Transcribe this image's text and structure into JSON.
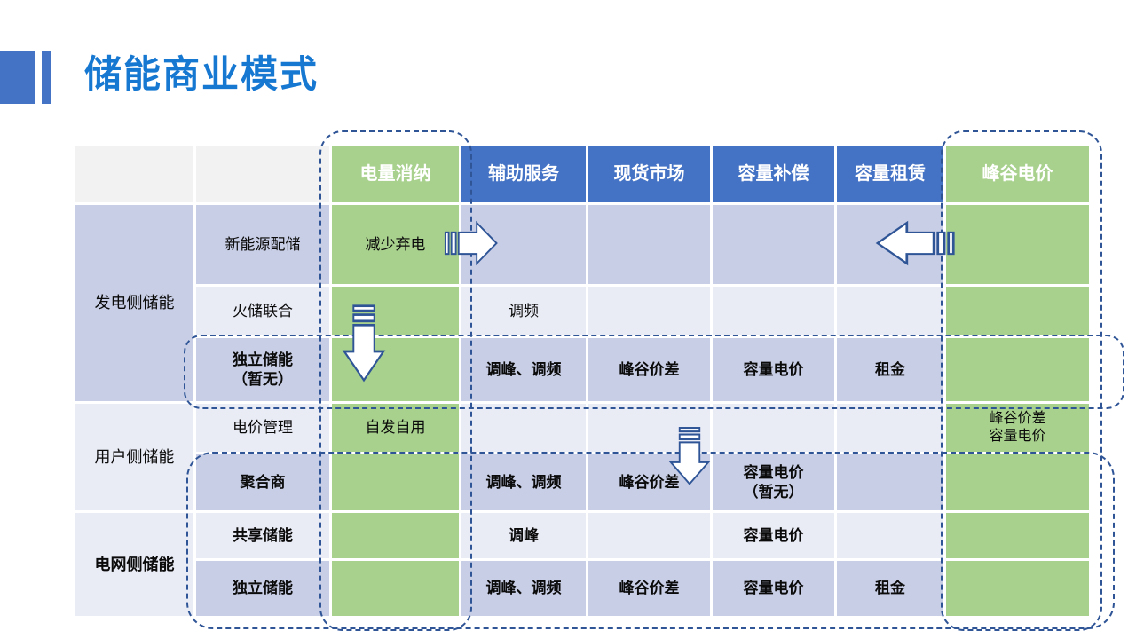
{
  "title": "储能商业模式",
  "colors": {
    "accent_blue": "#4472C4",
    "title_blue": "#1778D2",
    "green": "#A9D18E",
    "band_dark": "#C8CEE5",
    "band_light": "#E9EBF5",
    "dashed_outline_blue": "#2F5597",
    "header_empty_gray": "#F2F2F2"
  },
  "table": {
    "headers": [
      "电量消纳",
      "辅助服务",
      "现货市场",
      "容量补偿",
      "容量租赁",
      "峰谷电价"
    ],
    "groups": [
      {
        "label": "发电侧储能"
      },
      {
        "label": "用户侧储能"
      },
      {
        "label": "电网侧储能"
      }
    ],
    "rows": [
      {
        "label": "新能源配储",
        "cells": [
          "减少弃电",
          "",
          "",
          "",
          "",
          ""
        ]
      },
      {
        "label": "火储联合",
        "cells": [
          "",
          "调频",
          "",
          "",
          "",
          ""
        ]
      },
      {
        "label": "独立储能\n（暂无）",
        "cells": [
          "",
          "调峰、调频",
          "峰谷价差",
          "容量电价",
          "租金",
          ""
        ]
      },
      {
        "label": "电价管理",
        "cells": [
          "自发自用",
          "",
          "",
          "",
          "",
          "峰谷价差\n容量电价"
        ]
      },
      {
        "label": "聚合商",
        "cells": [
          "",
          "调峰、调频",
          "峰谷价差",
          "容量电价\n（暂无）",
          "",
          ""
        ]
      },
      {
        "label": "共享储能",
        "cells": [
          "",
          "调峰",
          "",
          "容量电价",
          "",
          ""
        ]
      },
      {
        "label": "独立储能",
        "cells": [
          "",
          "调峰、调频",
          "峰谷价差",
          "容量电价",
          "租金",
          ""
        ]
      }
    ]
  }
}
